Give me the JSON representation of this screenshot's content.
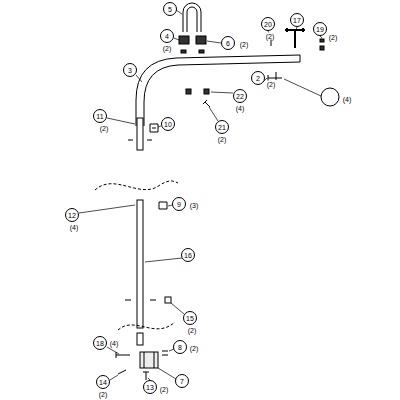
{
  "diagram": {
    "nodes": [
      {
        "text": [
          "5"
        ]
      },
      {
        "text": [
          "20"
        ]
      },
      {
        "text": [
          "17"
        ]
      },
      {
        "text": [
          "19"
        ]
      },
      {
        "text": [
          "4"
        ]
      },
      {
        "text": [
          "6"
        ]
      },
      {
        "text": [
          "3"
        ]
      },
      {
        "text": [
          "2"
        ]
      },
      {
        "text": [
          "22"
        ]
      },
      {
        "text": [
          "11"
        ]
      },
      {
        "text": [
          "10"
        ]
      },
      {
        "text": [
          "21"
        ]
      },
      {
        "text": [
          "9"
        ]
      },
      {
        "text": [
          "12"
        ]
      },
      {
        "text": [
          "16"
        ]
      },
      {
        "text": [
          "15"
        ]
      },
      {
        "text": [
          "18"
        ]
      },
      {
        "text": [
          "8"
        ]
      },
      {
        "text": [
          "7"
        ]
      },
      {
        "text": [
          "14"
        ]
      },
      {
        "text": [
          "13"
        ]
      }
    ],
    "labels": [
      "(2)",
      "(2)",
      "(2)",
      "(2)",
      "(2)",
      "(4)",
      "(4)",
      "(2)",
      "(2)",
      "(3)",
      "(4)",
      "(2)",
      "(4)",
      "(2)",
      "(2)",
      "(2)"
    ]
  }
}
